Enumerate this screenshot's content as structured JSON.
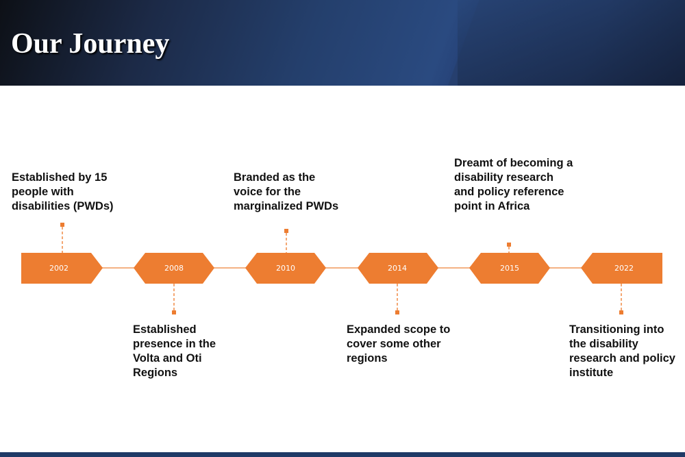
{
  "header": {
    "title": "Our Journey"
  },
  "colors": {
    "accent": "#ED7D31",
    "line": "#F4B183",
    "header": "#243f6c"
  },
  "timeline": [
    {
      "year": "2002",
      "text": "Established by 15 people with disabilities (PWDs)",
      "position": "above"
    },
    {
      "year": "2008",
      "text": "Established presence in the Volta and Oti Regions",
      "position": "below"
    },
    {
      "year": "2010",
      "text": "Branded as the voice for the marginalized PWDs",
      "position": "above"
    },
    {
      "year": "2014",
      "text": "Expanded scope to cover some other regions",
      "position": "below"
    },
    {
      "year": "2015",
      "text": "Dreamt of becoming a disability research and policy reference point in Africa",
      "position": "above"
    },
    {
      "year": "2022",
      "text": "Transitioning into the disability research and policy institute",
      "position": "below"
    }
  ]
}
